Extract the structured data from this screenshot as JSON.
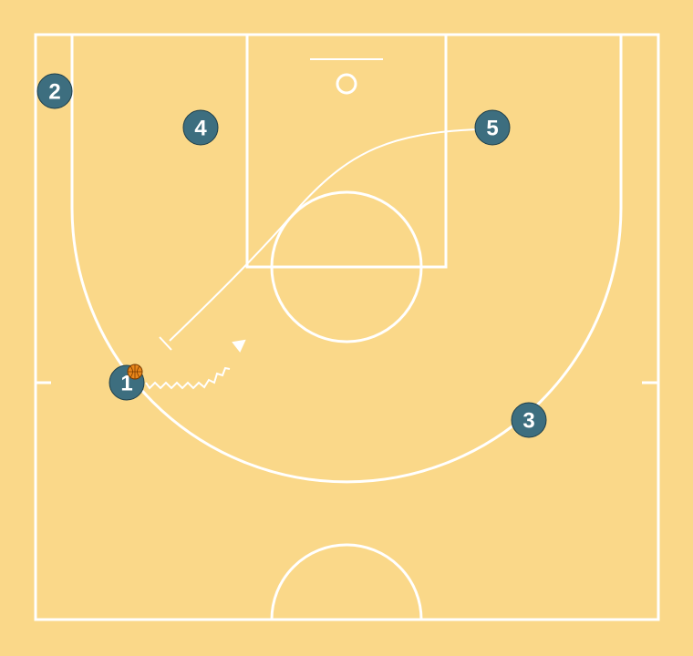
{
  "colors": {
    "court": "#fad889",
    "lines": "#ffffff",
    "player_fill": "#3d6e7f",
    "player_text": "#ffffff",
    "ball": "#e8861b",
    "ball_seams": "#7a3b00"
  },
  "players": [
    {
      "id": "p1",
      "label": "1",
      "has_ball": true
    },
    {
      "id": "p2",
      "label": "2"
    },
    {
      "id": "p3",
      "label": "3"
    },
    {
      "id": "p4",
      "label": "4"
    },
    {
      "id": "p5",
      "label": "5"
    }
  ],
  "actions": [
    {
      "type": "screen",
      "by": "5"
    },
    {
      "type": "dribble",
      "by": "1"
    }
  ]
}
